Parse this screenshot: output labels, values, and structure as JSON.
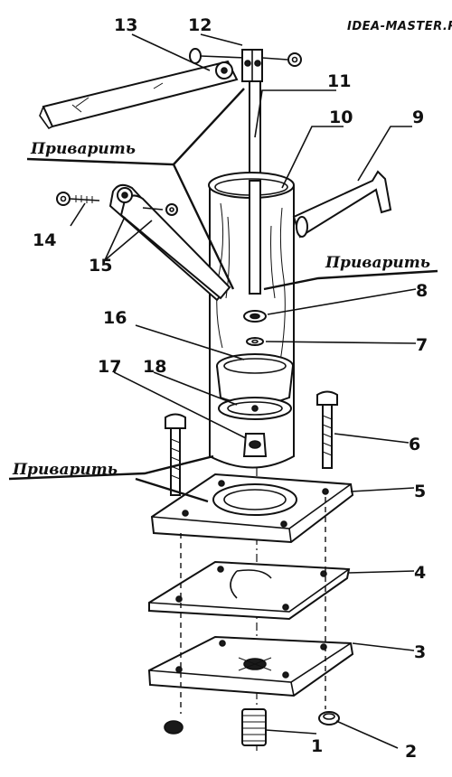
{
  "watermark": "IDEA-MASTER.RU",
  "labels": {
    "weld_1": "Приварить",
    "weld_2": "Приварить",
    "weld_3": "Приварить"
  },
  "part_numbers": [
    "1",
    "2",
    "3",
    "4",
    "5",
    "6",
    "7",
    "8",
    "9",
    "10",
    "11",
    "12",
    "13",
    "14",
    "15",
    "16",
    "17",
    "18"
  ]
}
